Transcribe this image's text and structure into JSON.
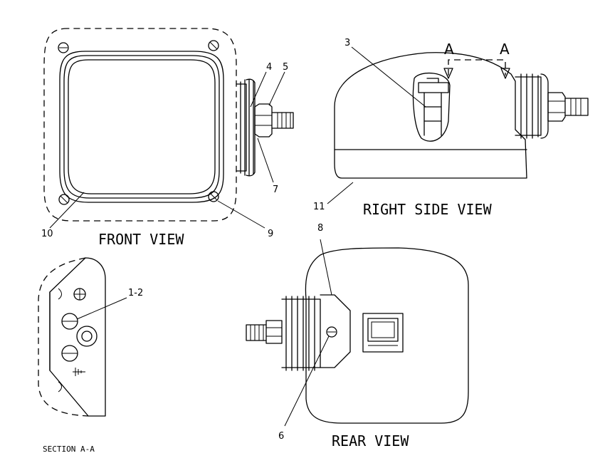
{
  "views": {
    "front": "FRONT VIEW",
    "right_side": "RIGHT SIDE VIEW",
    "rear": "REAR VIEW",
    "section": "SECTION A-A"
  },
  "section_markers": {
    "left": "A",
    "right": "A"
  },
  "callouts": {
    "c1_2": "1-2",
    "c3": "3",
    "c4": "4",
    "c5": "5",
    "c6": "6",
    "c7": "7",
    "c8": "8",
    "c9": "9",
    "c10": "10",
    "c11": "11"
  }
}
